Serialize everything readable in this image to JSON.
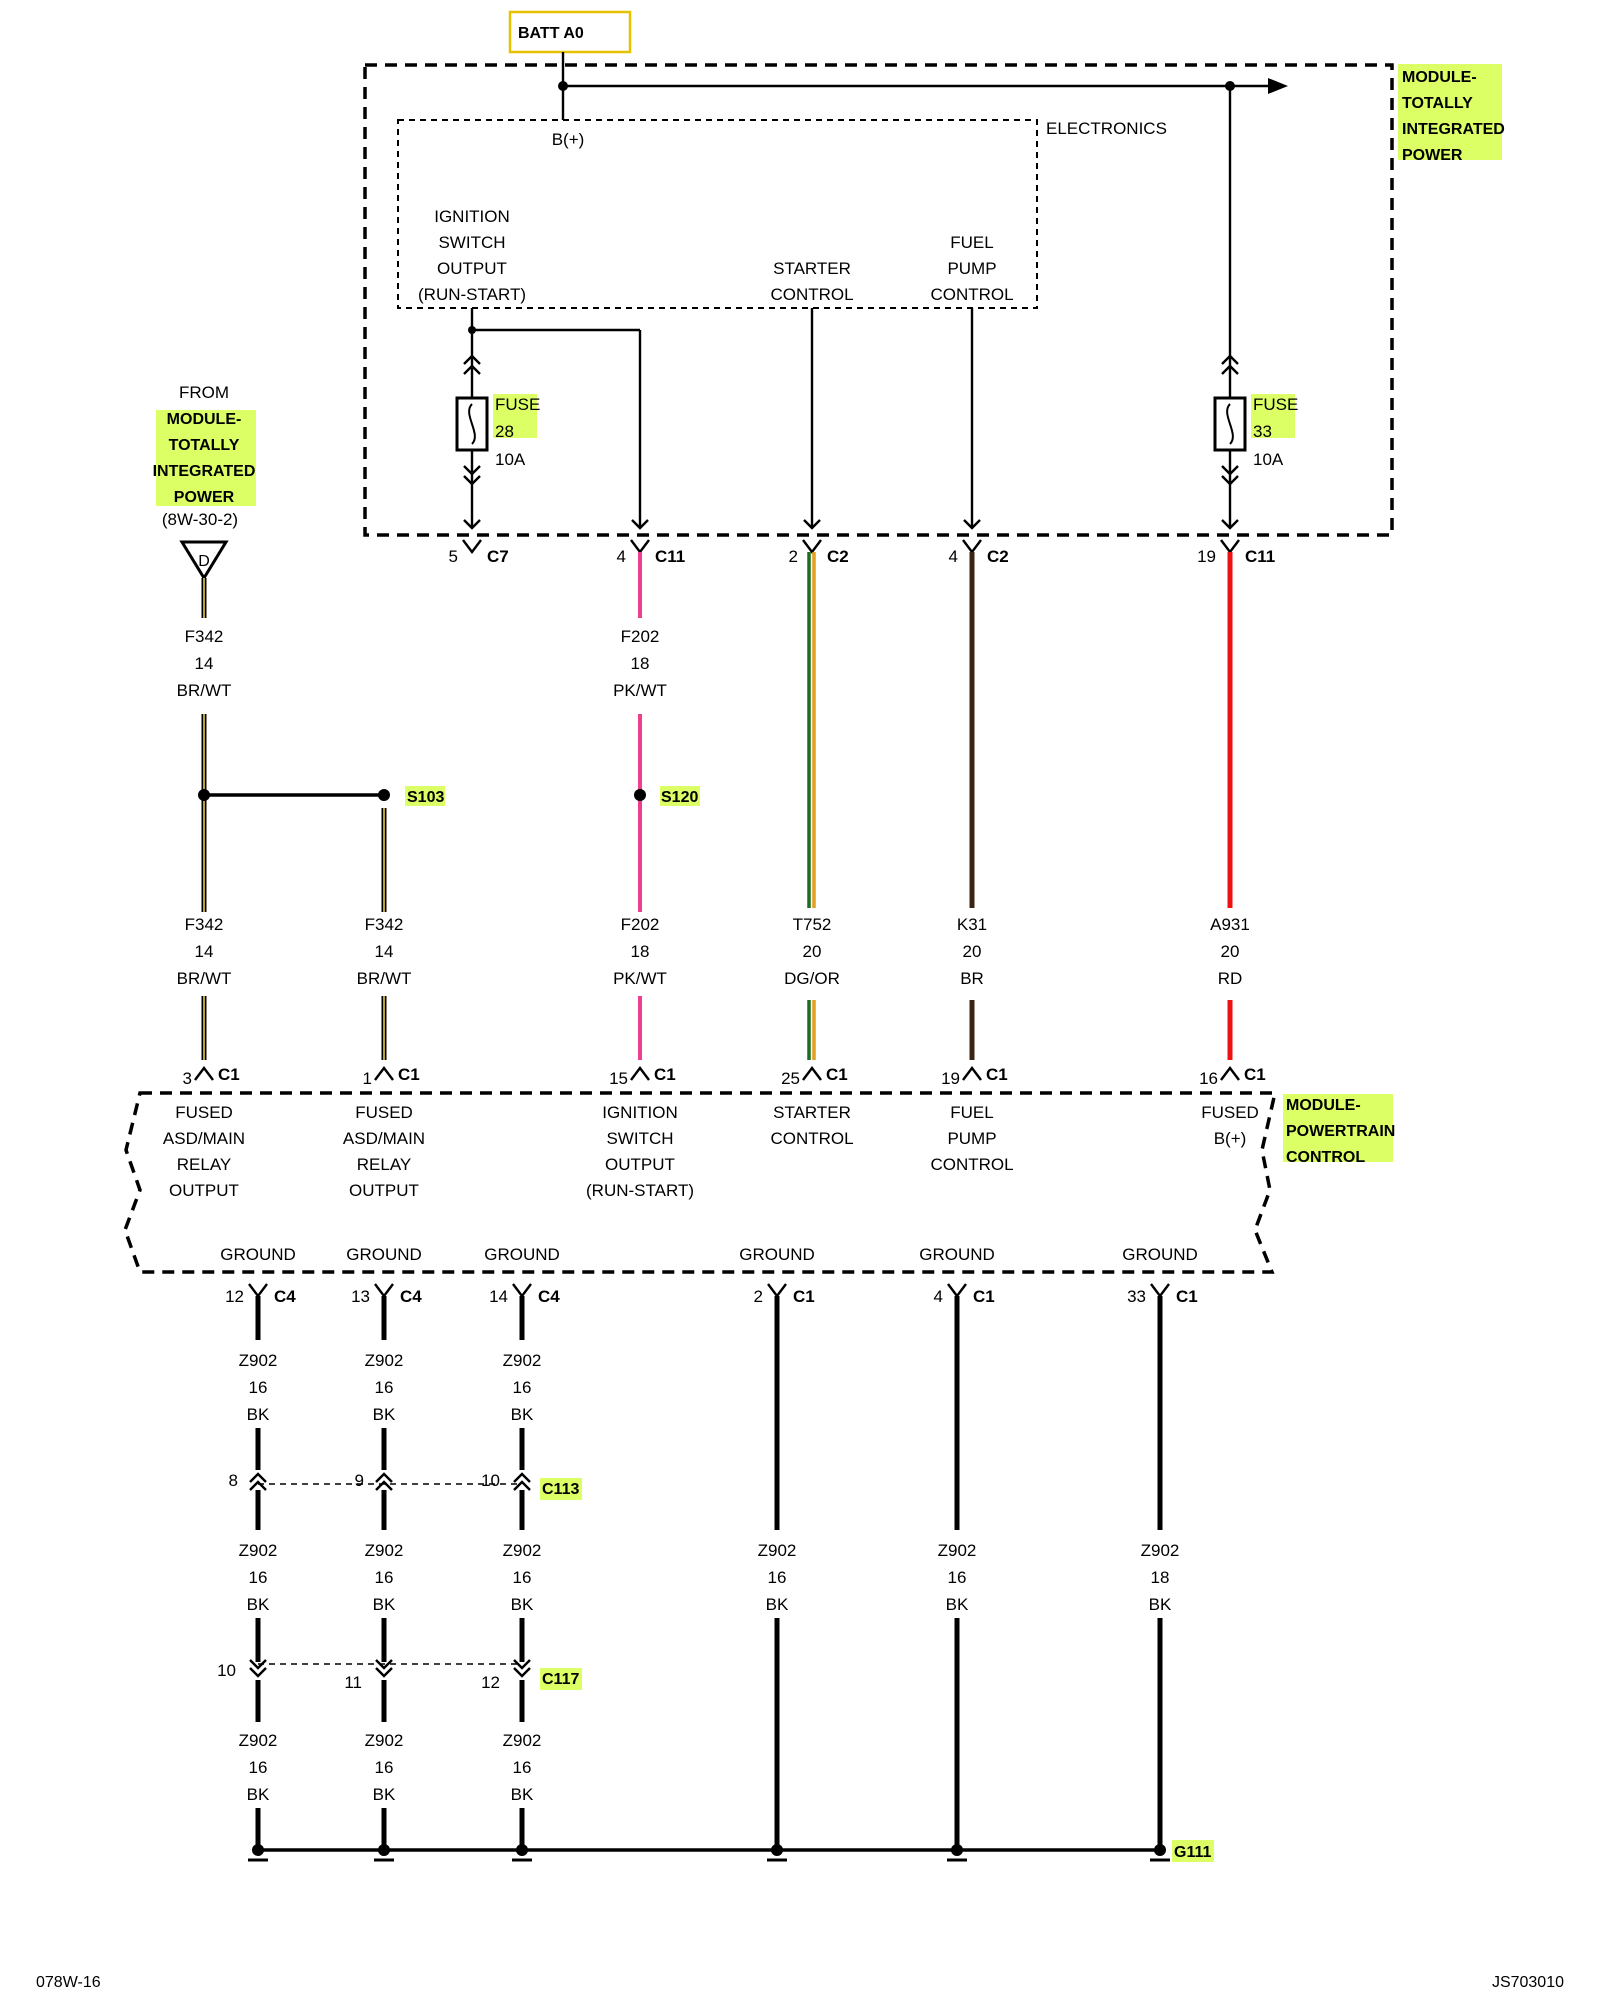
{
  "diagram": {
    "batt_label": "BATT A0",
    "tipm_name": [
      "MODULE-",
      "TOTALLY",
      "INTEGRATED",
      "POWER"
    ],
    "electronics_label": "ELECTRONICS",
    "bplus_label": "B(+)",
    "outputs": {
      "ignition": [
        "IGNITION",
        "SWITCH",
        "OUTPUT",
        "(RUN-START)"
      ],
      "starter": [
        "STARTER",
        "CONTROL"
      ],
      "fuelpump": [
        "FUEL",
        "PUMP",
        "CONTROL"
      ]
    },
    "fuses": [
      {
        "label": "FUSE",
        "number": "28",
        "rating": "10A"
      },
      {
        "label": "FUSE",
        "number": "33",
        "rating": "10A"
      }
    ],
    "from_block": {
      "from": "FROM",
      "name": [
        "MODULE-",
        "TOTALLY",
        "INTEGRATED",
        "POWER"
      ],
      "ref": "(8W-30-2)",
      "symbol": "D"
    },
    "top_connectors": [
      {
        "pin": "5",
        "connector": "C7"
      },
      {
        "pin": "4",
        "connector": "C11"
      },
      {
        "pin": "2",
        "connector": "C2"
      },
      {
        "pin": "4",
        "connector": "C2"
      },
      {
        "pin": "19",
        "connector": "C11"
      }
    ],
    "splices": [
      "S103",
      "S120"
    ],
    "upper_wires": [
      {
        "circuit": "F342",
        "gauge": "14",
        "color": "BR/WT"
      },
      {
        "circuit": "F202",
        "gauge": "18",
        "color": "PK/WT"
      }
    ],
    "lower_wires": [
      {
        "circuit": "F342",
        "gauge": "14",
        "color": "BR/WT"
      },
      {
        "circuit": "F342",
        "gauge": "14",
        "color": "BR/WT"
      },
      {
        "circuit": "F202",
        "gauge": "18",
        "color": "PK/WT"
      },
      {
        "circuit": "T752",
        "gauge": "20",
        "color": "DG/OR"
      },
      {
        "circuit": "K31",
        "gauge": "20",
        "color": "BR"
      },
      {
        "circuit": "A931",
        "gauge": "20",
        "color": "RD"
      }
    ],
    "pcm_pins": [
      {
        "pin": "3",
        "connector": "C1",
        "function": [
          "FUSED",
          "ASD/MAIN",
          "RELAY",
          "OUTPUT"
        ]
      },
      {
        "pin": "1",
        "connector": "C1",
        "function": [
          "FUSED",
          "ASD/MAIN",
          "RELAY",
          "OUTPUT"
        ]
      },
      {
        "pin": "15",
        "connector": "C1",
        "function": [
          "IGNITION",
          "SWITCH",
          "OUTPUT",
          "(RUN-START)"
        ]
      },
      {
        "pin": "25",
        "connector": "C1",
        "function": [
          "STARTER",
          "CONTROL"
        ]
      },
      {
        "pin": "19",
        "connector": "C1",
        "function": [
          "FUEL",
          "PUMP",
          "CONTROL"
        ]
      },
      {
        "pin": "16",
        "connector": "C1",
        "function": [
          "FUSED",
          "B(+)"
        ]
      }
    ],
    "pcm_name": [
      "MODULE-",
      "POWERTRAIN",
      "CONTROL"
    ],
    "grounds": [
      {
        "label": "GROUND",
        "pin": "12",
        "connector": "C4"
      },
      {
        "label": "GROUND",
        "pin": "13",
        "connector": "C4"
      },
      {
        "label": "GROUND",
        "pin": "14",
        "connector": "C4"
      },
      {
        "label": "GROUND",
        "pin": "2",
        "connector": "C1"
      },
      {
        "label": "GROUND",
        "pin": "4",
        "connector": "C1"
      },
      {
        "label": "GROUND",
        "pin": "33",
        "connector": "C1"
      }
    ],
    "ground_wire_segments": [
      [
        {
          "circuit": "Z902",
          "gauge": "16",
          "color": "BK"
        },
        {
          "circuit": "Z902",
          "gauge": "16",
          "color": "BK"
        },
        {
          "circuit": "Z902",
          "gauge": "16",
          "color": "BK"
        }
      ],
      [
        {
          "circuit": "Z902",
          "gauge": "16",
          "color": "BK"
        },
        {
          "circuit": "Z902",
          "gauge": "16",
          "color": "BK"
        },
        {
          "circuit": "Z902",
          "gauge": "16",
          "color": "BK"
        }
      ],
      [
        {
          "circuit": "Z902",
          "gauge": "16",
          "color": "BK"
        },
        {
          "circuit": "Z902",
          "gauge": "16",
          "color": "BK"
        },
        {
          "circuit": "Z902",
          "gauge": "16",
          "color": "BK"
        }
      ]
    ],
    "single_ground_wires": [
      {
        "circuit": "Z902",
        "gauge": "16",
        "color": "BK"
      },
      {
        "circuit": "Z902",
        "gauge": "16",
        "color": "BK"
      },
      {
        "circuit": "Z902",
        "gauge": "18",
        "color": "BK"
      }
    ],
    "c113": {
      "name": "C113",
      "pins": [
        "8",
        "9",
        "10"
      ]
    },
    "c117": {
      "name": "C117",
      "pins": [
        "10",
        "11",
        "12"
      ]
    },
    "ground_point": "G111",
    "footer_left": "078W-16",
    "footer_right": "JS703010",
    "colors": {
      "highlight": "#ddff66",
      "batt_box": "#e6c200",
      "wire_brwt_stripe": "#e8c84a",
      "wire_pkwt": "#ee3f8e",
      "wire_dgor_green": "#1f6b1f",
      "wire_dgor_orange": "#e0a020",
      "wire_br": "#3a2414",
      "wire_rd": "#ee1111",
      "ref_blue": "#1a1aaa"
    }
  }
}
